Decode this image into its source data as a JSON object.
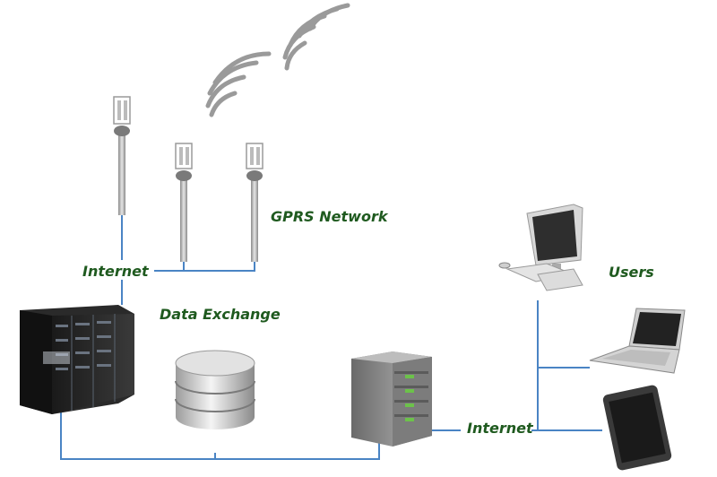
{
  "labels": {
    "gprs_network": "GPRS Network",
    "internet_top": "Internet",
    "data_exchange": "Data Exchange",
    "users": "Users",
    "internet_bottom": "Internet"
  },
  "colors": {
    "label_text": "#1f5a1f",
    "connector_line": "#4a84c4",
    "wave": "#9a9a9a"
  },
  "icons": [
    "cell-tower-icon",
    "signal-waves-icon",
    "server-rack-icon",
    "database-icon",
    "server-icon",
    "desktop-computer-icon",
    "laptop-icon",
    "tablet-icon"
  ]
}
